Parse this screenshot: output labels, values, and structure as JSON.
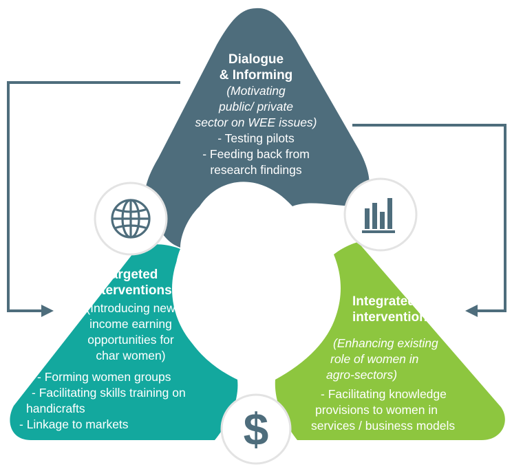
{
  "colors": {
    "top": "#4e6d7c",
    "left": "#13a89e",
    "right": "#8dc63f",
    "connector": "#4e6d7c",
    "icon": "#4e6d7c"
  },
  "icons": {
    "left": "globe-icon",
    "right": "bar-chart-icon",
    "bottom": "dollar-icon"
  },
  "top": {
    "title_lines": [
      "Dialogue",
      "& Informing"
    ],
    "italic_lines": [
      "(Motivating",
      "public/ private",
      "sector on WEE issues)"
    ],
    "bullets": [
      "- Testing pilots",
      "- Feeding back from",
      "research findings"
    ]
  },
  "left": {
    "title_lines": [
      "Targeted",
      "interventions"
    ],
    "body_lines": [
      "(Introducing new",
      "income earning",
      "opportunities for",
      "char women)"
    ],
    "bullets": [
      "-  Forming women groups",
      "-  Facilitating skills training on",
      "handicrafts",
      "-  Linkage to markets"
    ]
  },
  "right": {
    "title_lines": [
      "Integrated",
      "interventions"
    ],
    "italic_lines": [
      "(Enhancing existing",
      "role of women in",
      "agro-sectors)"
    ],
    "bullets": [
      "-  Facilitating knowledge",
      "provisions to women in",
      "services / business models"
    ]
  },
  "dollar_symbol": "$"
}
